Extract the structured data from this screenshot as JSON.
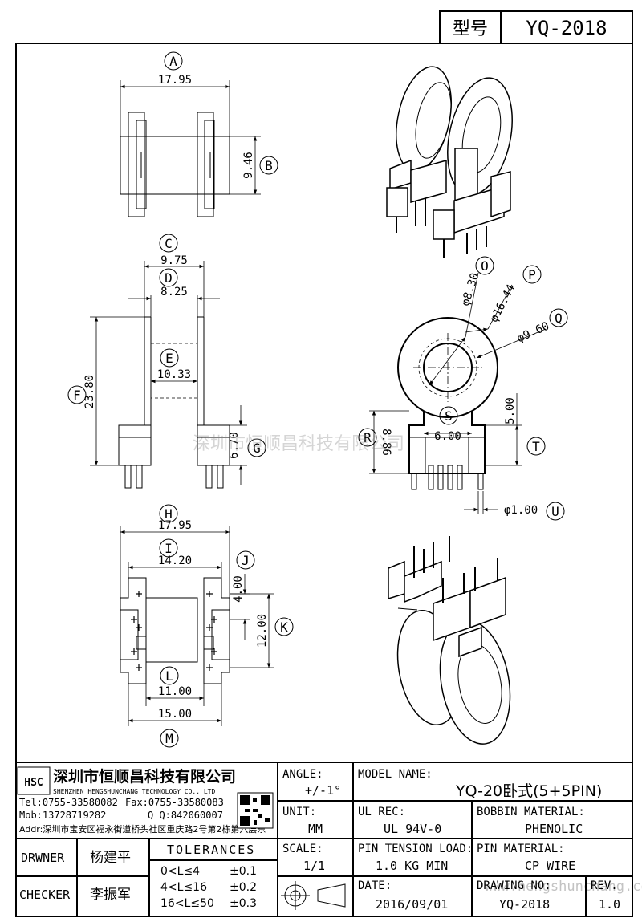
{
  "header": {
    "type_label": "型号",
    "model": "YQ-2018"
  },
  "dims": {
    "A": {
      "letter": "A",
      "value": "17.95"
    },
    "B": {
      "letter": "B",
      "value": "9.46"
    },
    "C": {
      "letter": "C",
      "value": "9.75"
    },
    "D": {
      "letter": "D",
      "value": "8.25"
    },
    "E": {
      "letter": "E",
      "value": "10.33"
    },
    "F": {
      "letter": "F",
      "value": "23.80"
    },
    "G": {
      "letter": "G",
      "value": "6.70"
    },
    "H": {
      "letter": "H",
      "value": "17.95"
    },
    "I": {
      "letter": "I",
      "value": "14.20"
    },
    "J": {
      "letter": "J",
      "value": "4.00"
    },
    "K": {
      "letter": "K",
      "value": "12.00"
    },
    "L": {
      "letter": "L",
      "value": "11.00"
    },
    "M": {
      "letter": "M",
      "value": "15.00"
    },
    "O": {
      "letter": "O",
      "value": "φ8.30"
    },
    "P": {
      "letter": "P",
      "value": "φ16.44"
    },
    "Q": {
      "letter": "Q",
      "value": "φ9.60"
    },
    "R": {
      "letter": "R",
      "value": "8.86"
    },
    "S": {
      "letter": "S",
      "value": "6.00"
    },
    "T": {
      "letter": "T",
      "value": "5.00"
    },
    "U": {
      "letter": "U",
      "value": "φ1.00"
    }
  },
  "watermark": "深圳市恒顺昌科技有限公司",
  "watermark_url": "www.hengshunchang.com",
  "company": {
    "logo_text": "HSC",
    "name_cn": "深圳市恒顺昌科技有限公司",
    "name_en": "SHENZHEN HENGSHUNCHANG TECHNOLOGY CO., LTD",
    "tel": "Tel:0755-33580082",
    "fax": "Fax:0755-33580083",
    "mob": "Mob:13728719282",
    "qq": "Q  Q:842060007",
    "addr": "Addr:深圳市宝安区福永街道桥头社区重庆路2号第2栋第六层东"
  },
  "titleblock": {
    "angle_label": "ANGLE:",
    "angle_value": "+/-1°",
    "model_name_label": "MODEL NAME:",
    "model_name_value": "YQ-20卧式(5+5PIN)",
    "unit_label": "UNIT:",
    "unit_value": "MM",
    "ul_label": "UL REC:",
    "ul_value": "UL 94V-0",
    "bobbin_label": "BOBBIN MATERIAL:",
    "bobbin_value": "PHENOLIC",
    "drawer_label": "DRWNER",
    "drawer_value": "杨建平",
    "tolerances_label": "TOLERANCES",
    "tol1": "0<L≤4",
    "tol1v": "±0.1",
    "tol2": "4<L≤16",
    "tol2v": "±0.2",
    "tol3": "16<L≤50",
    "tol3v": "±0.3",
    "scale_label": "SCALE:",
    "scale_value": "1/1",
    "pin_tension_label": "PIN TENSION LOAD:",
    "pin_tension_value": "1.0 KG MIN",
    "pin_material_label": "PIN MATERIAL:",
    "pin_material_value": "CP WIRE",
    "checker_label": "CHECKER",
    "checker_value": "李振军",
    "date_label": "DATE:",
    "date_value": "2016/09/01",
    "drawing_no_label": "DRAWING NO:",
    "drawing_no_value": "YQ-2018",
    "rev_label": "REV.",
    "rev_value": "1.0"
  }
}
